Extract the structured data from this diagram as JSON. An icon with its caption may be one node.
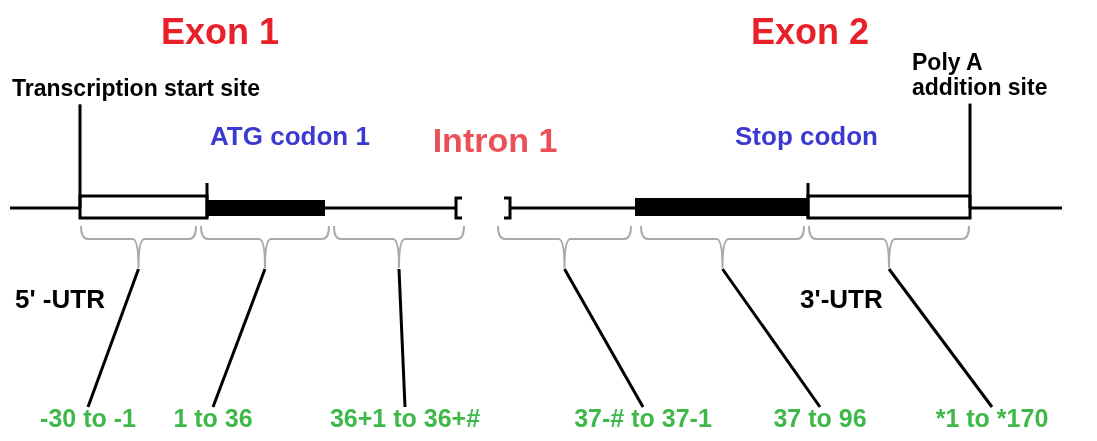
{
  "diagram": {
    "nodes": [
      {
        "text": [
          "Transcription start site"
        ]
      },
      {
        "text": [
          "Poly A addition site"
        ]
      },
      {
        "text": [],
        "shape": "bracket"
      },
      {
        "text": [],
        "shape": "bracket"
      },
      {
        "text": [],
        "shape": "bracket"
      },
      {
        "text": [],
        "shape": "bracket"
      },
      {
        "text": [],
        "shape": "bracket"
      },
      {
        "text": [],
        "shape": "bracket"
      },
      {
        "text": [
          "-30 to -1"
        ]
      },
      {
        "text": [
          "1 to 36"
        ]
      },
      {
        "text": [
          "36+1 to 36+#"
        ]
      },
      {
        "text": [
          "37-# to 37-1"
        ]
      },
      {
        "text": [
          "37 to 96"
        ]
      },
      {
        "text": [
          "*1 to *170"
        ]
      }
    ],
    "edges": [
      {
        "from": 0,
        "to": null,
        "arrow": "none"
      },
      {
        "from": 1,
        "to": null,
        "arrow": "none"
      },
      {
        "from": 8,
        "to": 2,
        "arrow": "none"
      },
      {
        "from": 9,
        "to": 3,
        "arrow": "none"
      },
      {
        "from": 10,
        "to": 4,
        "arrow": "none"
      },
      {
        "from": 11,
        "to": 5,
        "arrow": "none"
      },
      {
        "from": 12,
        "to": 6,
        "arrow": "none"
      },
      {
        "from": 13,
        "to": 7,
        "arrow": "none"
      }
    ],
    "labels": [
      "Exon 1",
      "Exon 2",
      "ATG codon 1",
      "Intron 1",
      "Stop codon",
      "5' -UTR",
      "3'-UTR"
    ]
  }
}
